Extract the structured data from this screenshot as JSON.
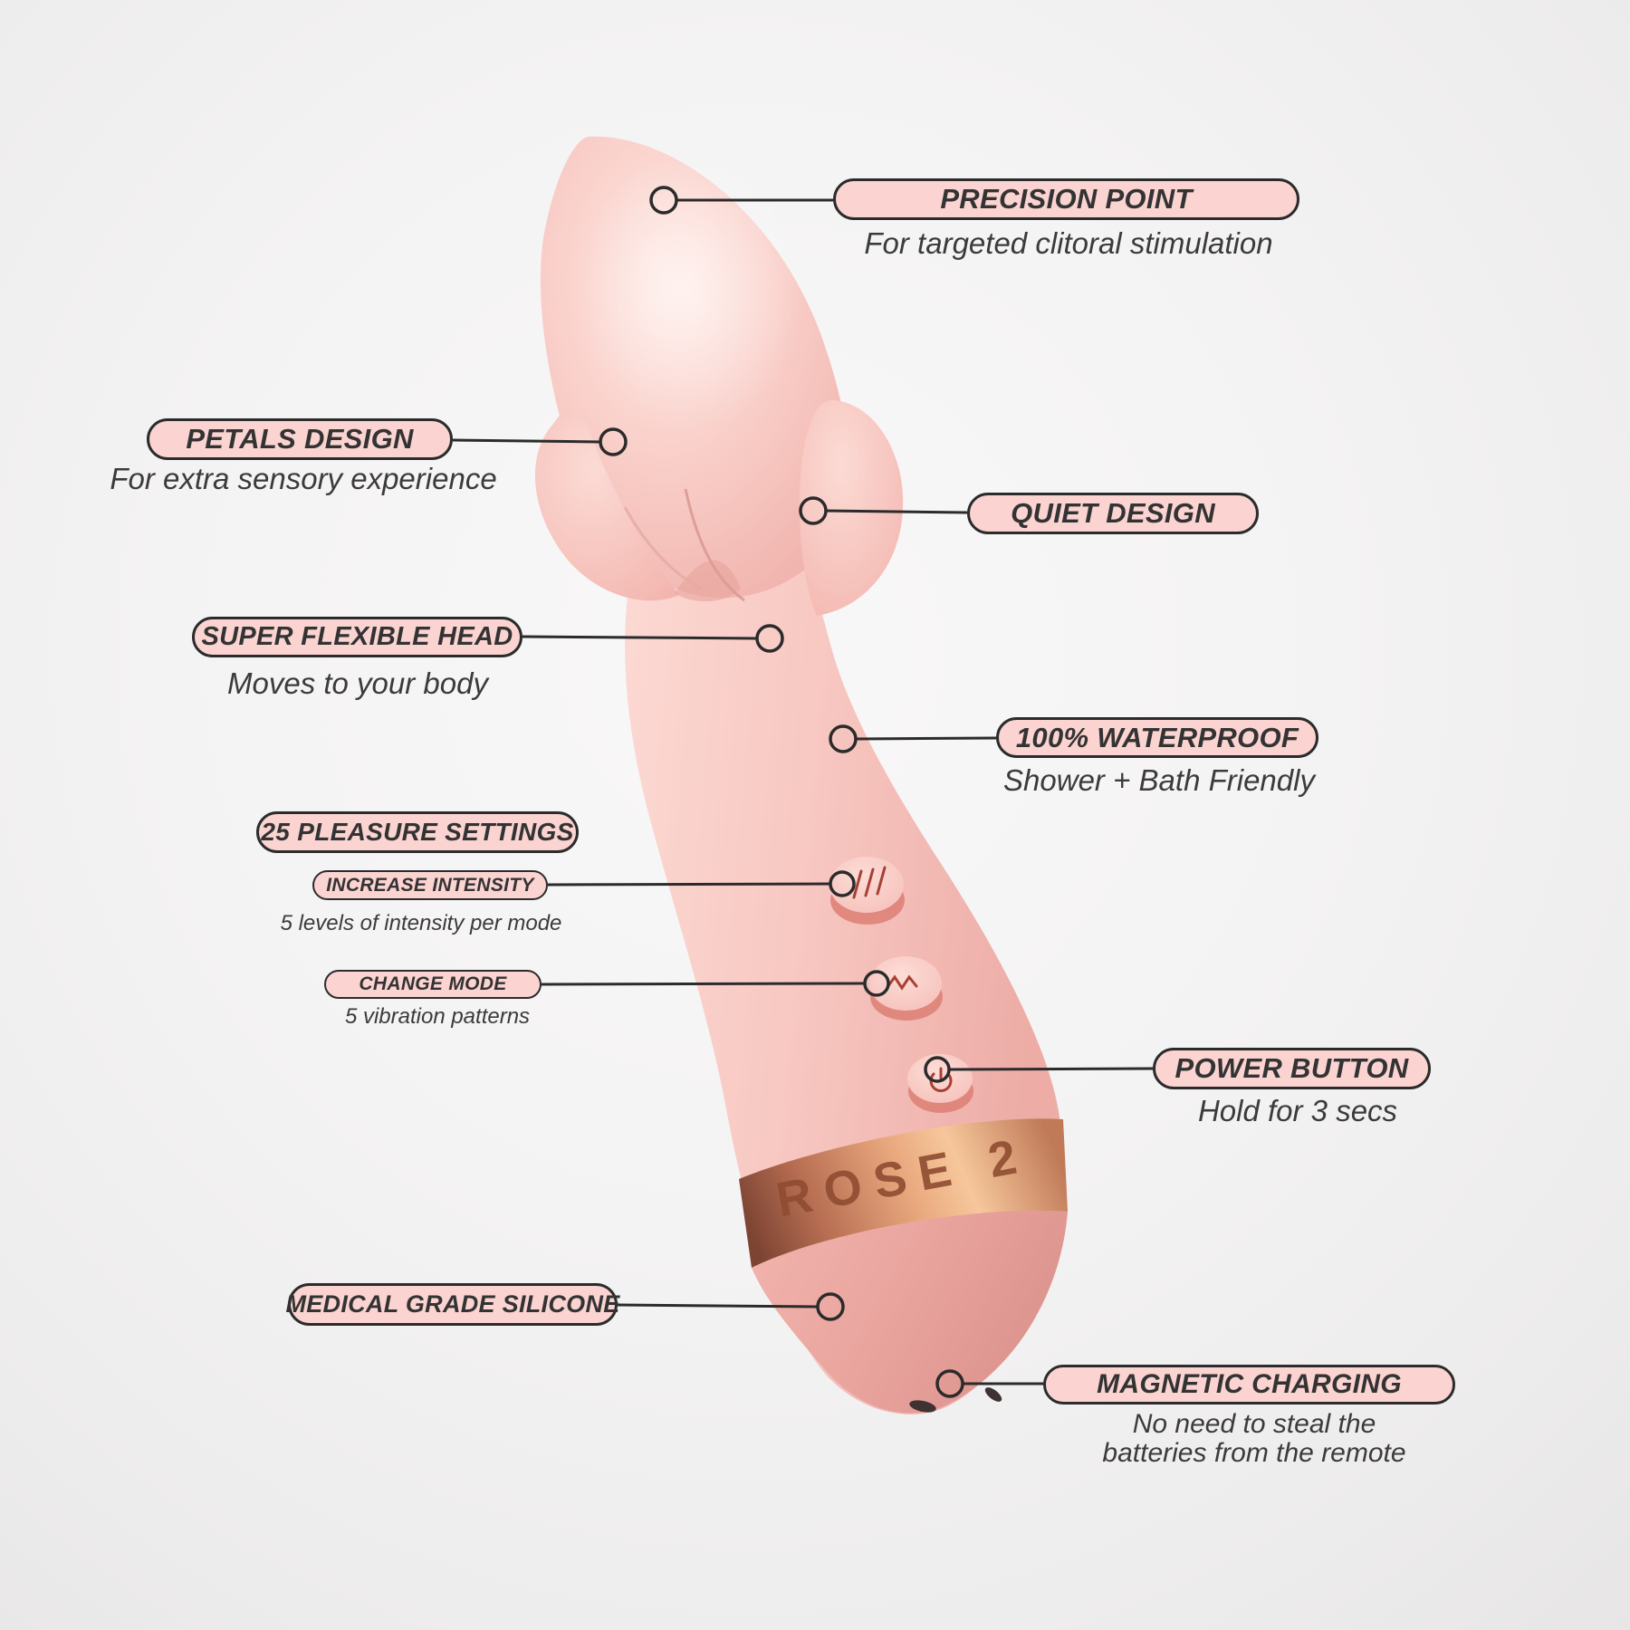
{
  "product": {
    "engraving": "ROSE 2"
  },
  "colors": {
    "pill_fill": "#fbd4d2",
    "pill_border": "#2b2b2b",
    "label_text": "#333333",
    "desc_text": "#3b3b3b",
    "line": "#2b2b2b",
    "device_pink": "#f8c9c3",
    "device_pink_deep": "#eba9a2",
    "rose_gold": "#c97c5b",
    "background": "#f3f2f2"
  },
  "callouts": [
    {
      "id": "precision-point",
      "label": "PRECISION POINT",
      "description": "For targeted clitoral stimulation"
    },
    {
      "id": "petals-design",
      "label": "PETALS DESIGN",
      "description": "For extra sensory experience"
    },
    {
      "id": "quiet-design",
      "label": "QUIET DESIGN"
    },
    {
      "id": "super-flexible-head",
      "label": "SUPER FLEXIBLE HEAD",
      "description": "Moves to your body"
    },
    {
      "id": "waterproof",
      "label": "100% WATERPROOF",
      "description": "Shower + Bath Friendly"
    },
    {
      "id": "pleasure-settings",
      "label": "25 PLEASURE SETTINGS"
    },
    {
      "id": "increase-intensity",
      "label": "INCREASE INTENSITY",
      "description": "5 levels of intensity per mode"
    },
    {
      "id": "change-mode",
      "label": "CHANGE MODE",
      "description": "5 vibration patterns"
    },
    {
      "id": "power-button",
      "label": "POWER BUTTON",
      "description": "Hold for 3 secs"
    },
    {
      "id": "medical-grade-silicone",
      "label": "MEDICAL GRADE SILICONE"
    },
    {
      "id": "magnetic-charging",
      "label": "MAGNETIC CHARGING",
      "description_line1": "No need to steal the",
      "description_line2": "batteries from the remote"
    }
  ]
}
